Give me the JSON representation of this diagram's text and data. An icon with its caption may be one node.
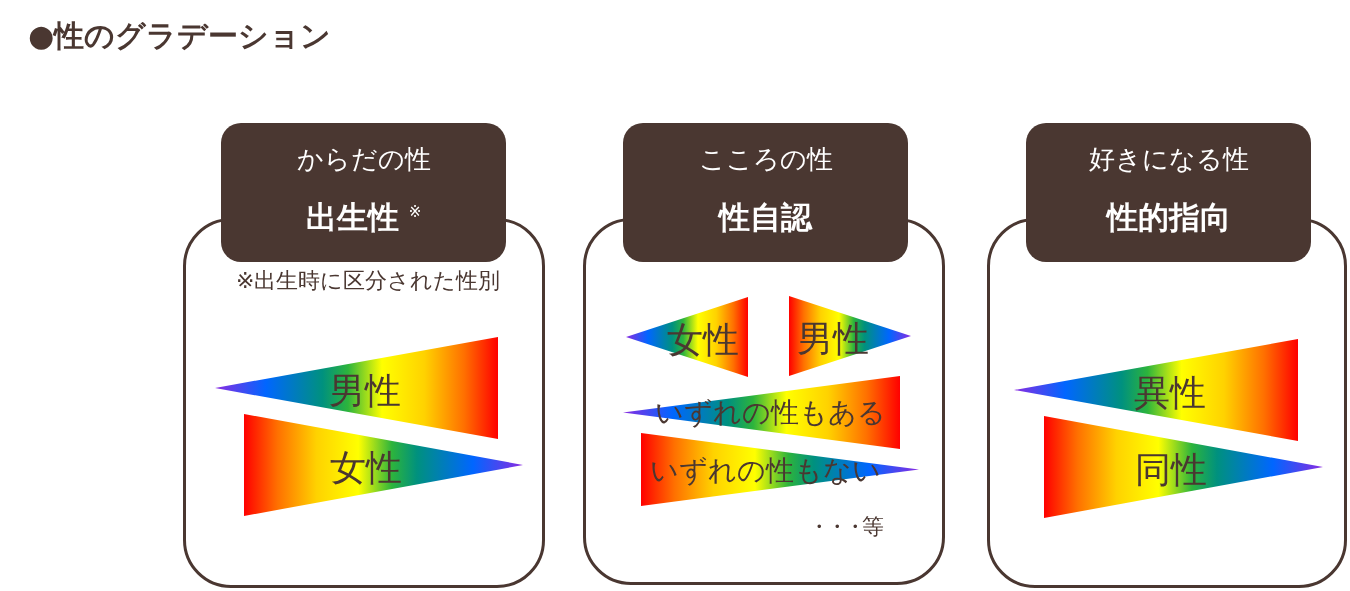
{
  "diagram": {
    "title": "●性のグラデーション",
    "nodes": [
      {
        "text": [
          "からだの性",
          "出生性$^{※}$"
        ]
      },
      {
        "text": [
          "※出生時に区分された性別"
        ]
      },
      {
        "text": [
          "男性"
        ],
        "in": 1
      },
      {
        "text": [
          "女性"
        ],
        "in": 1
      },
      {
        "text": [
          "こころの性",
          "性自認"
        ]
      },
      {
        "text": [
          "・・・等"
        ]
      },
      {
        "text": [
          "女性"
        ],
        "in": 5
      },
      {
        "text": [
          "男性"
        ],
        "in": 5
      },
      {
        "text": [
          "いずれの性もある"
        ],
        "in": 5
      },
      {
        "text": [
          "いずれの性もない"
        ],
        "in": 5
      },
      {
        "text": [
          "好きになる性",
          "性的指向"
        ]
      },
      {
        "text": [],
        "shape": "box"
      },
      {
        "text": [
          "異性"
        ],
        "in": 11
      },
      {
        "text": [
          "同性"
        ],
        "in": 11
      }
    ]
  }
}
